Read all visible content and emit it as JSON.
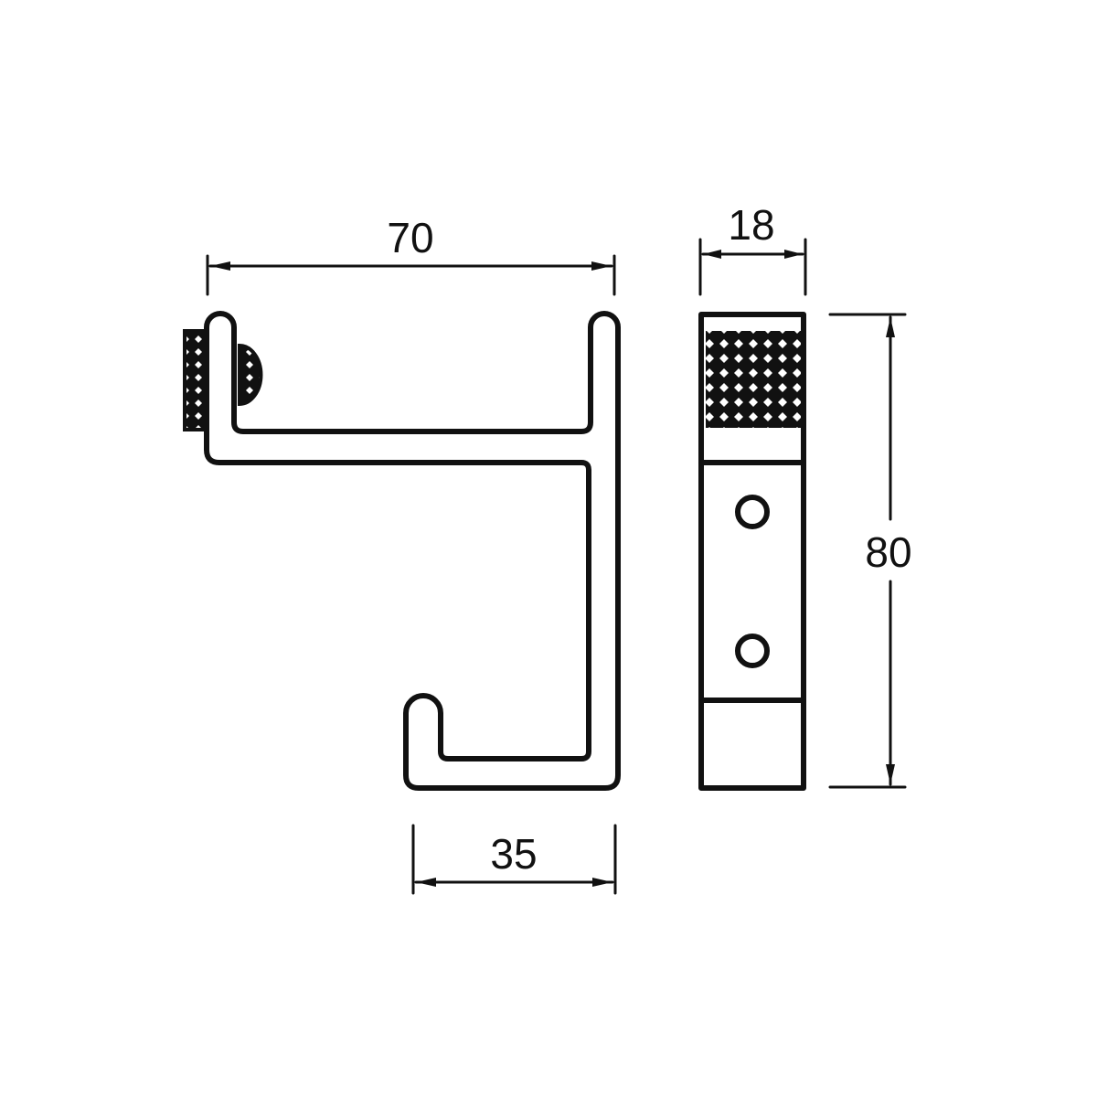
{
  "drawing": {
    "type": "technical-drawing",
    "subject": "double coat hook",
    "line_color": "#111111",
    "background": "#ffffff",
    "views": [
      {
        "name": "side-view",
        "description": "profile of hook with knurled mounting knob"
      },
      {
        "name": "front-view",
        "description": "front face with knurled cap and two screw holes"
      }
    ]
  },
  "dimensions": {
    "overall_width": {
      "value": "70",
      "label": "70"
    },
    "lower_hook_width": {
      "value": "35",
      "label": "35"
    },
    "front_width": {
      "value": "18",
      "label": "18"
    },
    "overall_height": {
      "value": "80",
      "label": "80"
    }
  }
}
